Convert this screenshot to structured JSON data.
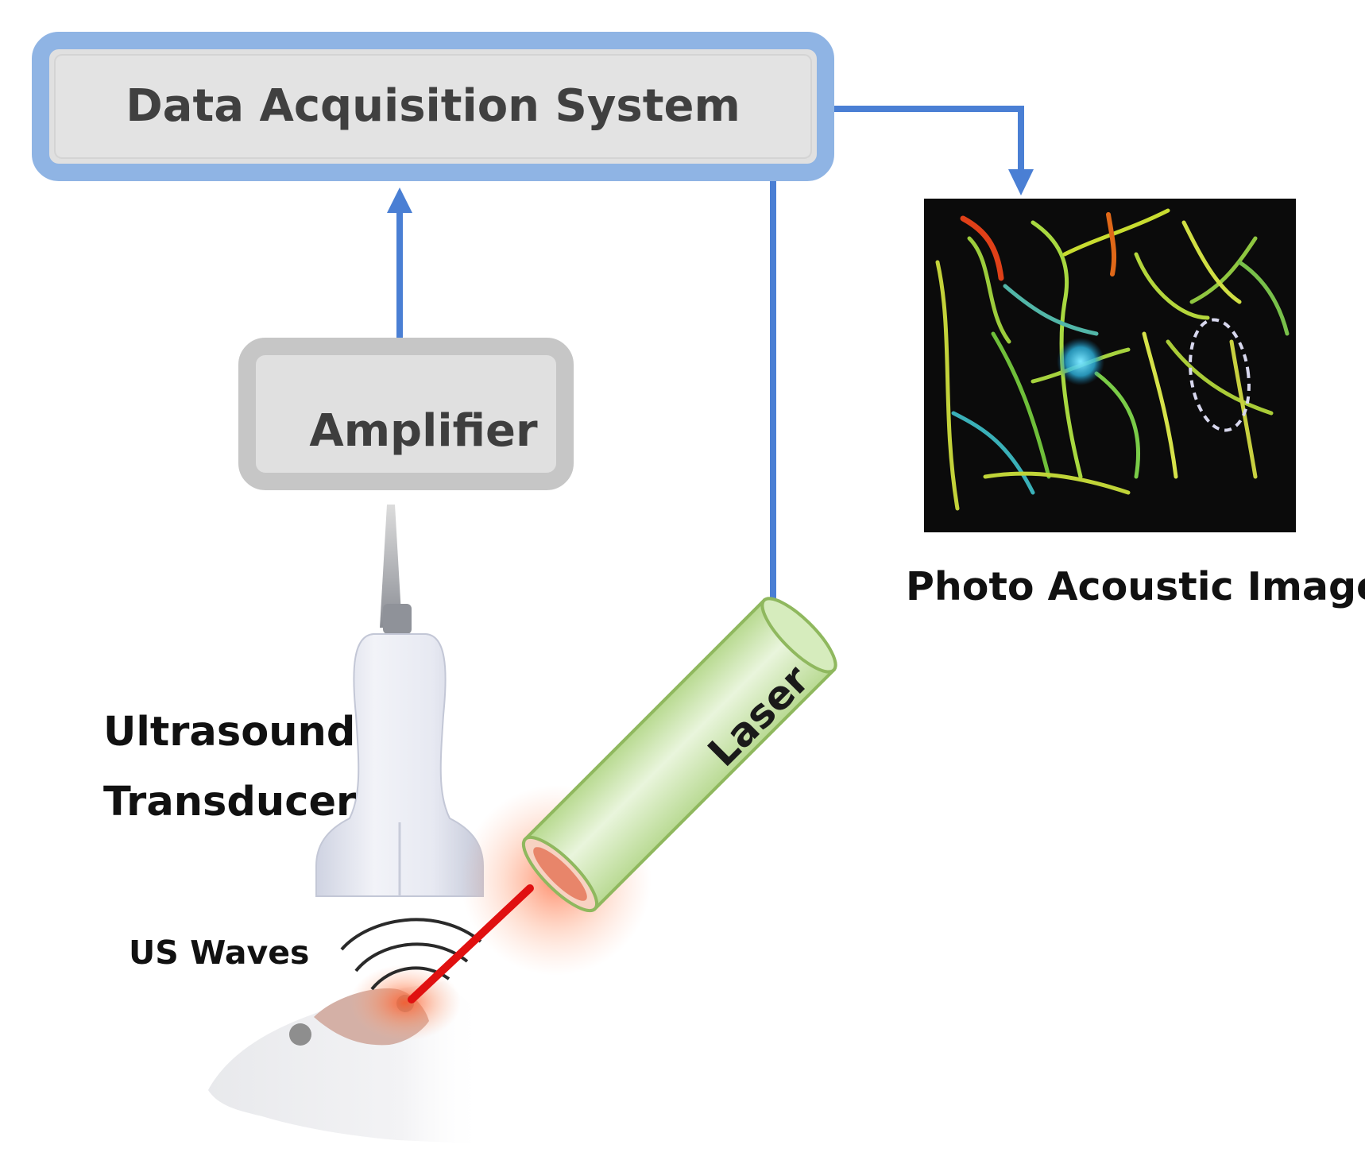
{
  "diagram": {
    "nodes": {
      "daq": {
        "label": "Data Acquisition System"
      },
      "amplifier": {
        "label": "Amplifier"
      },
      "transducer": {
        "label_line1": "Ultrasound",
        "label_line2": "Transducer"
      },
      "laser": {
        "label": "Laser"
      },
      "us_waves": {
        "label": "US Waves"
      },
      "pa_image": {
        "label": "Photo Acoustic Image"
      }
    },
    "edges": [
      {
        "from": "amplifier",
        "to": "daq"
      },
      {
        "from": "daq",
        "to": "laser"
      },
      {
        "from": "daq",
        "to": "pa_image"
      }
    ]
  },
  "colors": {
    "arrow": "#4a7fd4",
    "daq_border": "#8fb4e4",
    "box_fill": "#e0e0e0",
    "amp_border": "#c6c6c6",
    "laser_tube": "#cfe6b2",
    "laser_beam": "#e01010"
  }
}
